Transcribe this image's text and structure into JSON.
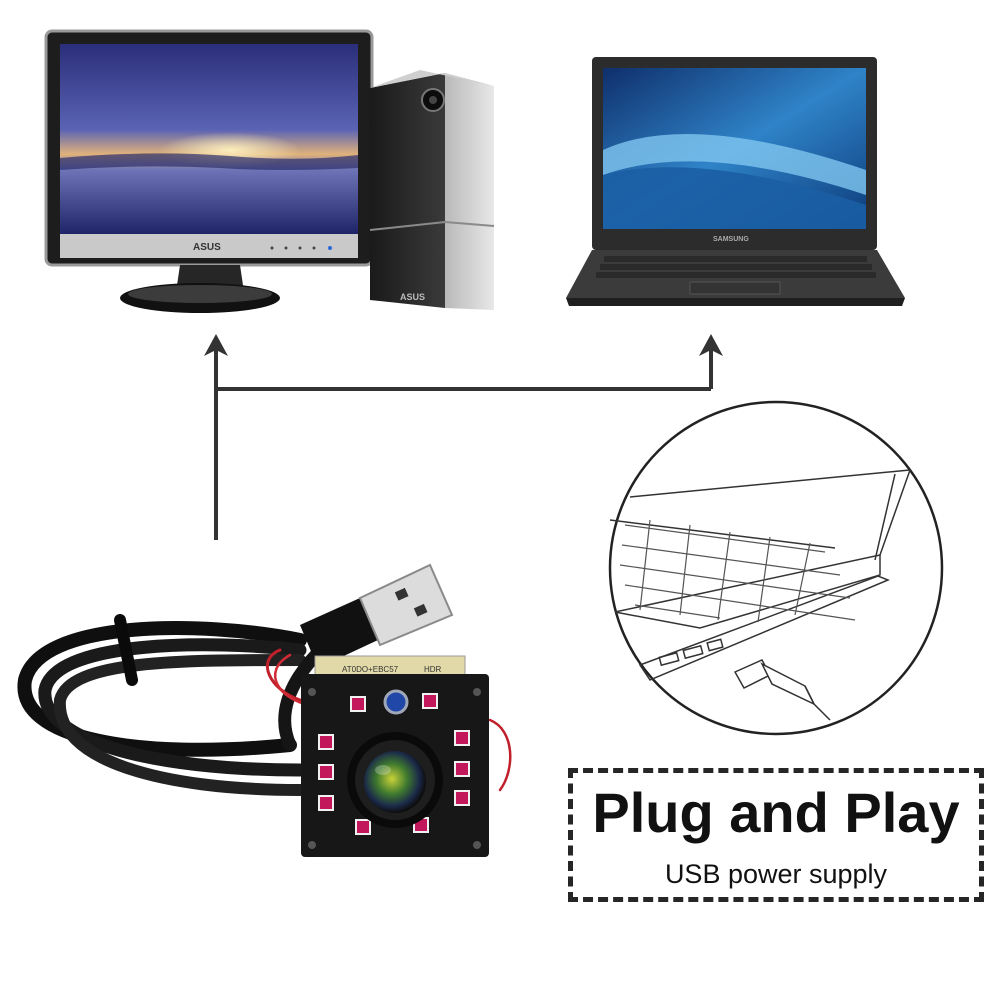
{
  "devices": {
    "monitor_brand": "ASUS",
    "tower_brand": "ASUS",
    "laptop_brand": "SAMSUNG"
  },
  "camera_board": {
    "top_label": "AT0DO+EBC57",
    "top_label_right": "HDR"
  },
  "callout": {
    "title": "Plug and Play",
    "subtitle": "USB power supply"
  },
  "colors": {
    "arrow": "#333333",
    "box_border": "#262626",
    "ir_led": "#c2185b",
    "pcb": "#171717"
  }
}
